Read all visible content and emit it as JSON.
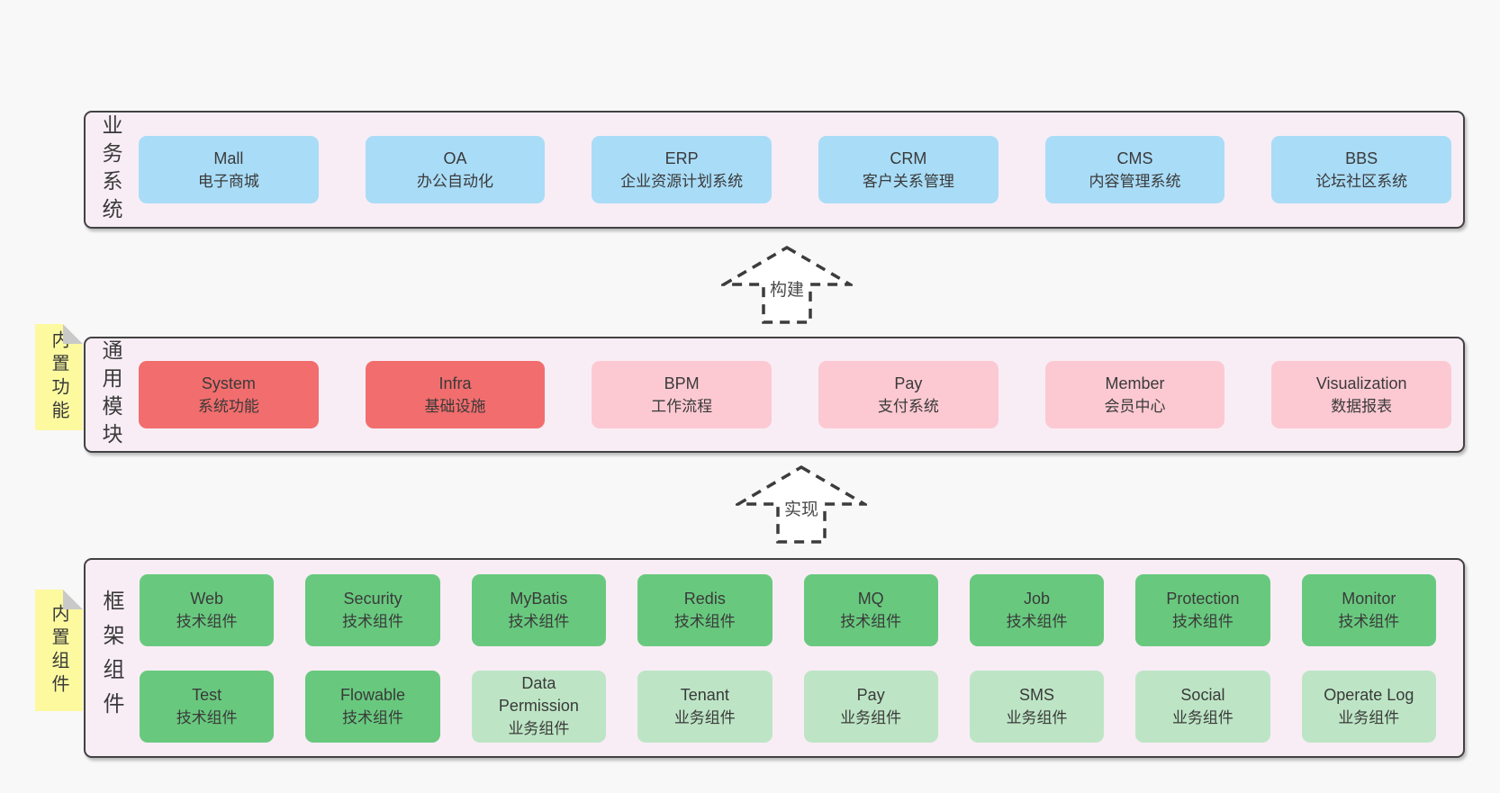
{
  "diagram": {
    "page_background": "#f8f8f8",
    "panel_background": "#f8edf5",
    "panel_border": "#424242"
  },
  "colors": {
    "blue": "#a9dcf7",
    "red": "#f26d6d",
    "pink": "#fcc9d2",
    "green_dark": "#68c97e",
    "green_light": "#bde5c5",
    "sticky_yellow": "#fcf99f",
    "sticky_fold_gray": "#c9c9c9",
    "text": "#3a3a3a"
  },
  "arrows": {
    "build": "构建",
    "implement": "实现"
  },
  "panels": {
    "business": {
      "label": "业务系统",
      "items": [
        {
          "name": "Mall",
          "subtitle": "电子商城"
        },
        {
          "name": "OA",
          "subtitle": "办公自动化"
        },
        {
          "name": "ERP",
          "subtitle": "企业资源计划系统"
        },
        {
          "name": "CRM",
          "subtitle": "客户关系管理"
        },
        {
          "name": "CMS",
          "subtitle": "内容管理系统"
        },
        {
          "name": "BBS",
          "subtitle": "论坛社区系统"
        }
      ]
    },
    "common": {
      "sticky": "内置功能",
      "label": "通用模块",
      "items": [
        {
          "name": "System",
          "subtitle": "系统功能",
          "variant": "red"
        },
        {
          "name": "Infra",
          "subtitle": "基础设施",
          "variant": "red"
        },
        {
          "name": "BPM",
          "subtitle": "工作流程",
          "variant": "pink"
        },
        {
          "name": "Pay",
          "subtitle": "支付系统",
          "variant": "pink"
        },
        {
          "name": "Member",
          "subtitle": "会员中心",
          "variant": "pink"
        },
        {
          "name": "Visualization",
          "subtitle": "数据报表",
          "variant": "pink"
        }
      ]
    },
    "framework": {
      "sticky": "内置组件",
      "label": "框架组件",
      "row1": [
        {
          "name": "Web",
          "subtitle": "技术组件",
          "variant": "green"
        },
        {
          "name": "Security",
          "subtitle": "技术组件",
          "variant": "green"
        },
        {
          "name": "MyBatis",
          "subtitle": "技术组件",
          "variant": "green"
        },
        {
          "name": "Redis",
          "subtitle": "技术组件",
          "variant": "green"
        },
        {
          "name": "MQ",
          "subtitle": "技术组件",
          "variant": "green"
        },
        {
          "name": "Job",
          "subtitle": "技术组件",
          "variant": "green"
        },
        {
          "name": "Protection",
          "subtitle": "技术组件",
          "variant": "green"
        },
        {
          "name": "Monitor",
          "subtitle": "技术组件",
          "variant": "green"
        }
      ],
      "row2": [
        {
          "name": "Test",
          "subtitle": "技术组件",
          "variant": "green"
        },
        {
          "name": "Flowable",
          "subtitle": "技术组件",
          "variant": "green"
        },
        {
          "name": "Data Permission",
          "subtitle": "业务组件",
          "variant": "green-light"
        },
        {
          "name": "Tenant",
          "subtitle": "业务组件",
          "variant": "green-light"
        },
        {
          "name": "Pay",
          "subtitle": "业务组件",
          "variant": "green-light"
        },
        {
          "name": "SMS",
          "subtitle": "业务组件",
          "variant": "green-light"
        },
        {
          "name": "Social",
          "subtitle": "业务组件",
          "variant": "green-light"
        },
        {
          "name": "Operate Log",
          "subtitle": "业务组件",
          "variant": "green-light"
        }
      ]
    }
  }
}
